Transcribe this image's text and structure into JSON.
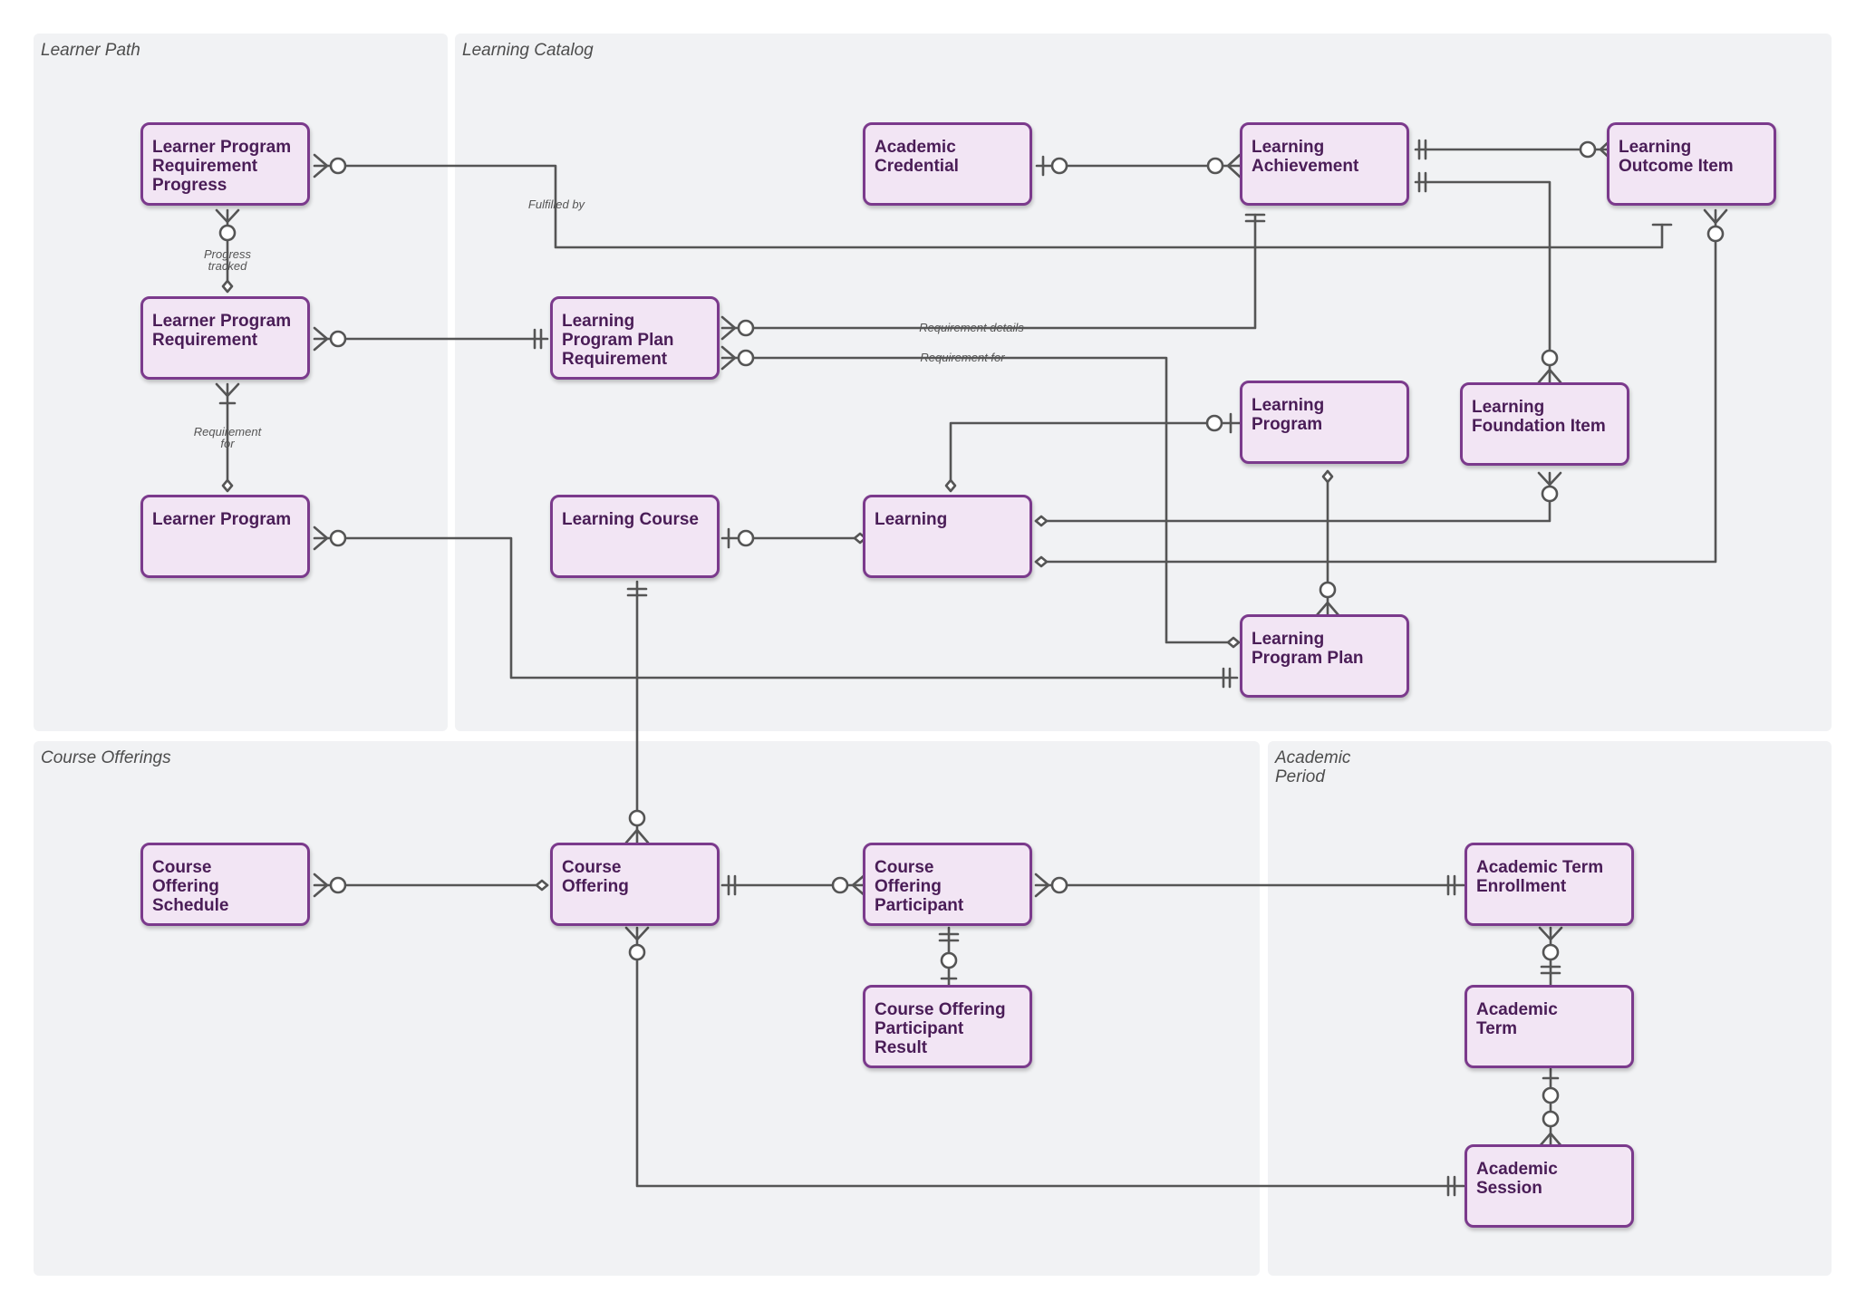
{
  "regions": {
    "learner_path": "Learner Path",
    "learning_catalog": "Learning Catalog",
    "course_offerings": "Course Offerings",
    "academic_period": "Academic\nPeriod"
  },
  "entities": {
    "lppr": "Learner Program\nRequirement\nProgress",
    "lpr": "Learner Program\nRequirement",
    "lp": "Learner Program",
    "lppreq": "Learning\nProgram Plan\nRequirement",
    "lcourse": "Learning Course",
    "acred": "Academic\nCredential",
    "lach": "Learning\nAchievement",
    "loi": "Learning\nOutcome Item",
    "lprog": "Learning\nProgram",
    "lfi": "Learning\nFoundation Item",
    "learning": "Learning",
    "lpp": "Learning\nProgram Plan",
    "cos": "Course\nOffering\nSchedule",
    "co": "Course\nOffering",
    "cop": "Course\nOffering\nParticipant",
    "copr": "Course Offering\nParticipant\nResult",
    "ate": "Academic Term\nEnrollment",
    "at": "Academic\nTerm",
    "as": "Academic\nSession"
  },
  "relationship_labels": {
    "fulfilled_by": "Fulfilled by",
    "progress_tracked": "Progress\ntracked",
    "requirement_for_left": "Requirement\nfor",
    "requirement_details": "Requirement details",
    "requirement_for": "Requirement for"
  },
  "colors": {
    "entity_fill": "#f2e5f4",
    "entity_border": "#7b3a8c",
    "entity_text": "#4a1d57",
    "region_fill": "#f1f2f4",
    "line": "#555555"
  }
}
